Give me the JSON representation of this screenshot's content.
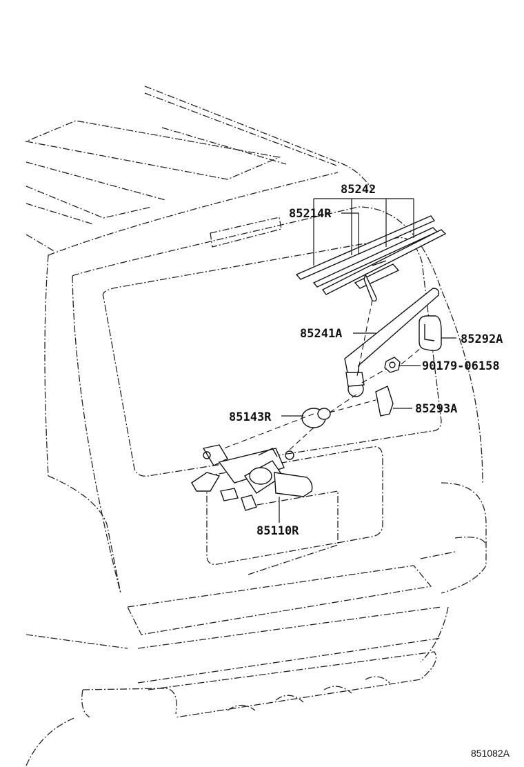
{
  "parts": {
    "p85242": "85242",
    "p85214R": "85214R",
    "p85241A": "85241A",
    "p85292A": "85292A",
    "p90179": "90179-06158",
    "p85293A": "85293A",
    "p85143R": "85143R",
    "p85110R": "85110R"
  },
  "figure_code": "851082A"
}
